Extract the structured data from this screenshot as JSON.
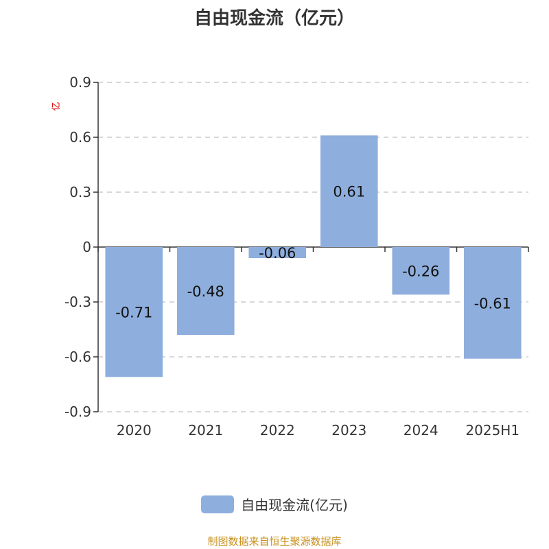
{
  "chart_data": {
    "type": "bar",
    "title": "自由现金流（亿元）",
    "ylabel": "亿",
    "categories": [
      "2020",
      "2021",
      "2022",
      "2023",
      "2024",
      "2025H1"
    ],
    "series": [
      {
        "name": "自由现金流(亿元)",
        "values": [
          -0.71,
          -0.48,
          -0.06,
          0.61,
          -0.26,
          -0.61
        ]
      }
    ],
    "data_labels": [
      "-0.71",
      "-0.48",
      "-0.06",
      "0.61",
      "-0.26",
      "-0.61"
    ],
    "yticks": [
      "0.9",
      "0.6",
      "0.3",
      "0",
      "-0.3",
      "-0.6",
      "-0.9"
    ],
    "ylim": [
      -0.9,
      0.9
    ],
    "grid": true,
    "legend_position": "bottom-center",
    "bar_color": "#8eaedd"
  },
  "source_text": "制图数据来自恒生聚源数据库"
}
